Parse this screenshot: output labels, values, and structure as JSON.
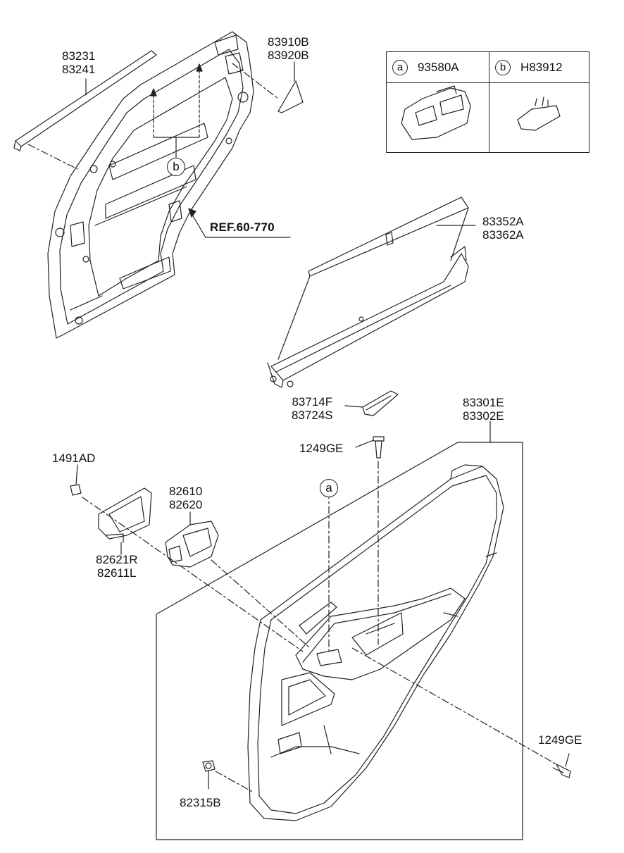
{
  "labels": {
    "weatherstrip": [
      "83231",
      "83241"
    ],
    "delta_cover": [
      "83910B",
      "83920B"
    ],
    "ref": "REF.60-770",
    "curtain": [
      "83352A",
      "83362A"
    ],
    "grip_cover": [
      "83714F",
      "83724S"
    ],
    "screw_top": "1249GE",
    "door_trim": [
      "83301E",
      "83302E"
    ],
    "clip": "1491AD",
    "handle_housing": [
      "82610",
      "82620"
    ],
    "handle_bezel": [
      "82621R",
      "82611L"
    ],
    "screw_right": "1249GE",
    "fastener": "82315B"
  },
  "legend": {
    "a": {
      "letter": "a",
      "code": "93580A"
    },
    "b": {
      "letter": "b",
      "code": "H83912"
    }
  },
  "callouts": {
    "a": "a",
    "b": "b"
  }
}
